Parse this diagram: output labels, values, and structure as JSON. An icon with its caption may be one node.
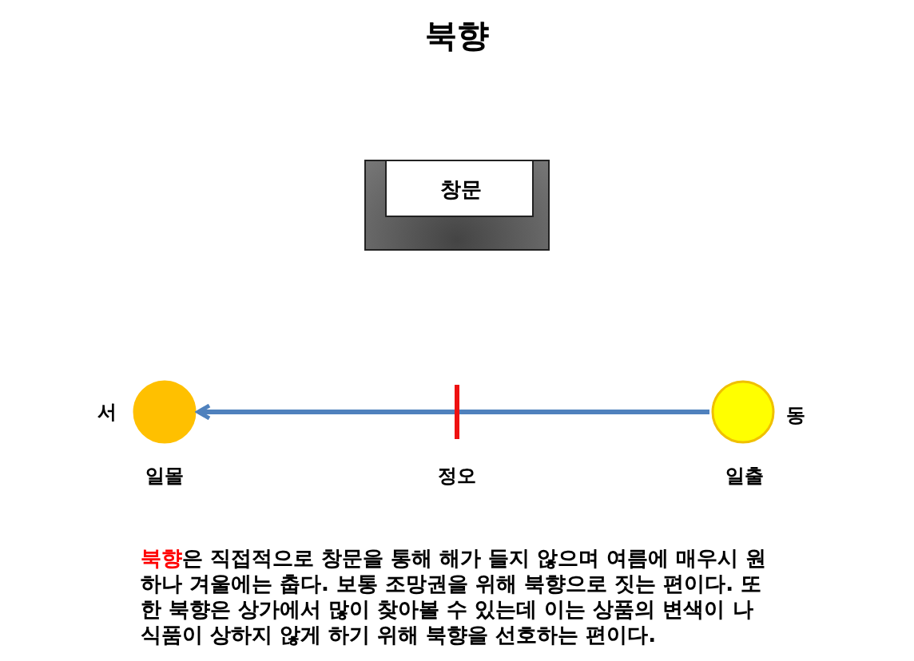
{
  "diagram": {
    "title": "북향",
    "nodes": [
      {
        "text": [],
        "shape": "box"
      },
      {
        "text": [
          "창문"
        ],
        "in": 0
      },
      {
        "text": [],
        "shape": "circle",
        "beside": [
          "서",
          "일몰"
        ]
      },
      {
        "text": [],
        "shape": "circle",
        "beside": [
          "동",
          "일출"
        ]
      }
    ],
    "edges": [
      {
        "from": 3,
        "to": 2,
        "arrow": "to"
      }
    ],
    "labels": [
      "정오",
      "**북향**은 직접적으로 창문을 통해 해가 들지 않으며 여름에 매우시 원하나 겨울에는 춥다. 보통 조망권을 위해 북향으로 짓는 편이다. 또한 북향은 상가에서 많이 찾아볼 수 있는데 이는 상품의 변색이 나 식품이 상하지 않게 하기 위해 북향을 선호하는 편이다."
    ]
  }
}
